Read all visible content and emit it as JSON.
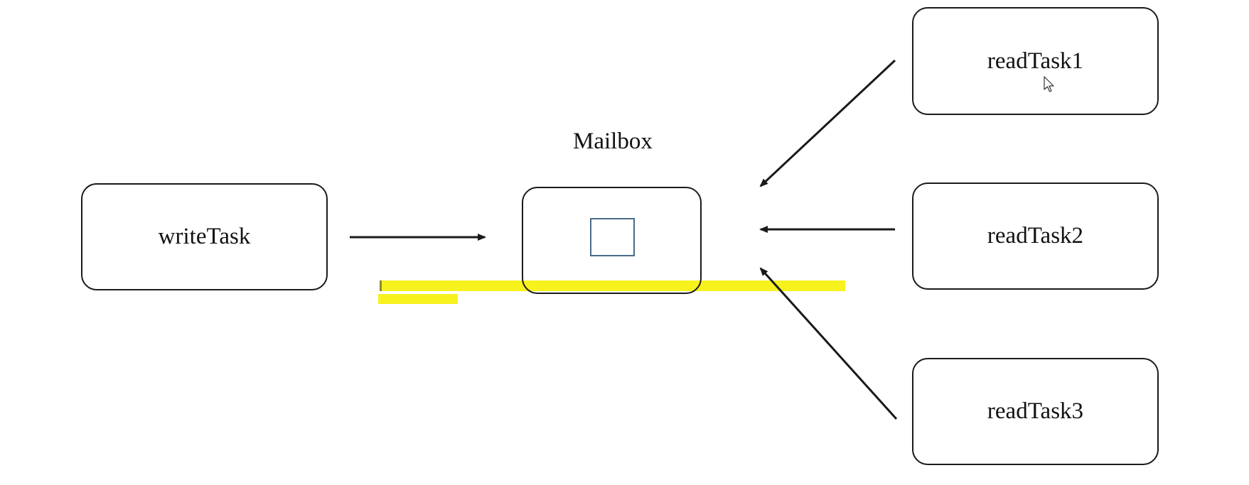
{
  "diagram": {
    "nodes": {
      "write_task": {
        "label": "writeTask"
      },
      "mailbox": {
        "label": "Mailbox"
      },
      "read_task_1": {
        "label": "readTask1"
      },
      "read_task_2": {
        "label": "readTask2"
      },
      "read_task_3": {
        "label": "readTask3"
      }
    },
    "edges": [
      {
        "from": "writeTask",
        "to": "Mailbox"
      },
      {
        "from": "readTask1",
        "to": "Mailbox"
      },
      {
        "from": "readTask2",
        "to": "Mailbox"
      },
      {
        "from": "readTask3",
        "to": "Mailbox"
      }
    ],
    "colors": {
      "stroke": "#1a1a1a",
      "slot_border": "#4a6a88",
      "highlight": "#f7f21e"
    },
    "icons": {
      "cursor": "mouse-pointer-icon"
    }
  }
}
